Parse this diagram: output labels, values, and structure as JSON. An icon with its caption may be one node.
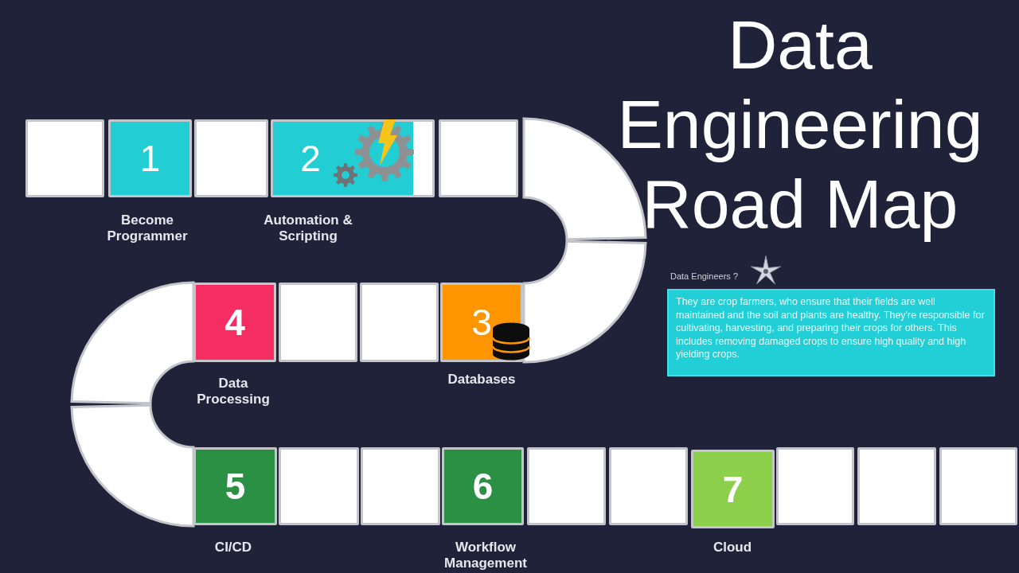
{
  "diagram": {
    "title": "Data Engineering Road Map",
    "nodes": [
      {
        "text": [],
        "shape": "box"
      },
      {
        "text": [
          "1"
        ],
        "beside": [
          "Become Programmer"
        ]
      },
      {
        "text": [],
        "shape": "box"
      },
      {
        "text": [
          "2"
        ],
        "beside": [
          "Automation & Scripting"
        ]
      },
      {
        "text": [],
        "shape": "box"
      },
      {
        "text": [
          "4"
        ],
        "beside": [
          "Data Processing"
        ]
      },
      {
        "text": [],
        "shape": "box"
      },
      {
        "text": [],
        "shape": "box"
      },
      {
        "text": [
          "3"
        ],
        "beside": [
          "Databases"
        ]
      },
      {
        "text": [
          "5"
        ],
        "beside": [
          "CI/CD"
        ]
      },
      {
        "text": [],
        "shape": "box"
      },
      {
        "text": [],
        "shape": "box"
      },
      {
        "text": [
          "6"
        ],
        "beside": [
          "Workflow Management"
        ]
      },
      {
        "text": [],
        "shape": "box"
      },
      {
        "text": [],
        "shape": "box"
      },
      {
        "text": [
          "7"
        ],
        "beside": [
          "Cloud"
        ]
      },
      {
        "text": [],
        "shape": "box"
      },
      {
        "text": [],
        "shape": "box"
      },
      {
        "text": [],
        "shape": "box"
      },
      {
        "text": [
          "Data Engineers ?",
          "They are crop farmers, who ensure that their fields are well maintained and the soil and plants are healthy. They're responsible for cultivating, harvesting, and preparing their crops for others. This includes removing damaged crops to ensure high quality and high yielding crops."
        ]
      }
    ]
  }
}
